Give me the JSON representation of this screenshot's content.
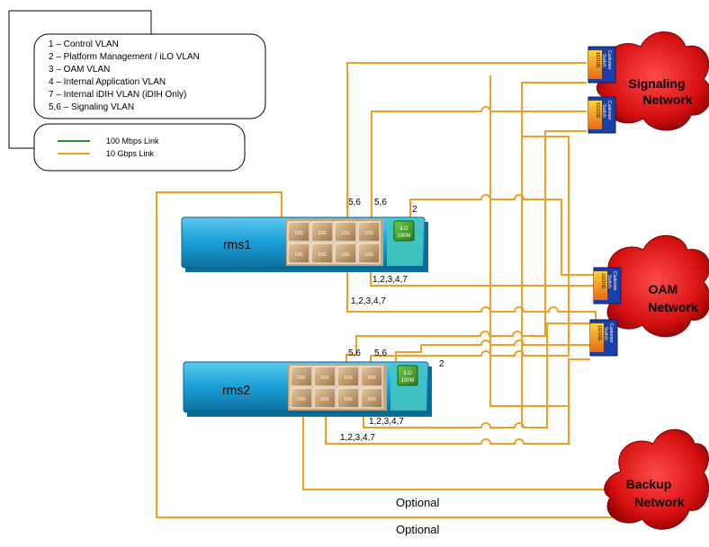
{
  "legend": {
    "vlans": [
      "1 – Control VLAN",
      "2 – Platform Management / iLO VLAN",
      "3 – OAM VLAN",
      "4 – Internal Application VLAN",
      "7 – Internal iDIH VLAN (iDIH Only)",
      "5,6 – Signaling VLAN"
    ],
    "links": [
      {
        "label": "100 Mbps Link",
        "color": "#2e8b2e"
      },
      {
        "label": "10 Gbps Link",
        "color": "#f0a020"
      }
    ]
  },
  "servers": [
    {
      "name": "rms1",
      "ilo": "iLO",
      "ilo_speed": "100M",
      "port_label": "10G"
    },
    {
      "name": "rms2",
      "ilo": "iLO",
      "ilo_speed": "100M",
      "port_label": "10G"
    }
  ],
  "switch": {
    "line1": "Customer",
    "line2": "Switch",
    "port": "1G/10G"
  },
  "networks": {
    "signaling": [
      "Signaling",
      "Network"
    ],
    "oam": [
      "OAM",
      "Network"
    ],
    "backup": [
      "Backup",
      "Network"
    ]
  },
  "link_labels": {
    "sig": "5,6",
    "ilo": "2",
    "oam": "1,2,3,4,7",
    "optional": "Optional"
  },
  "colors": {
    "link_10g": "#f0a020",
    "link_100m": "#2e8b2e",
    "server": "#1aa3d9",
    "cloud": "#d01010",
    "switch": "#1a3fa8"
  }
}
